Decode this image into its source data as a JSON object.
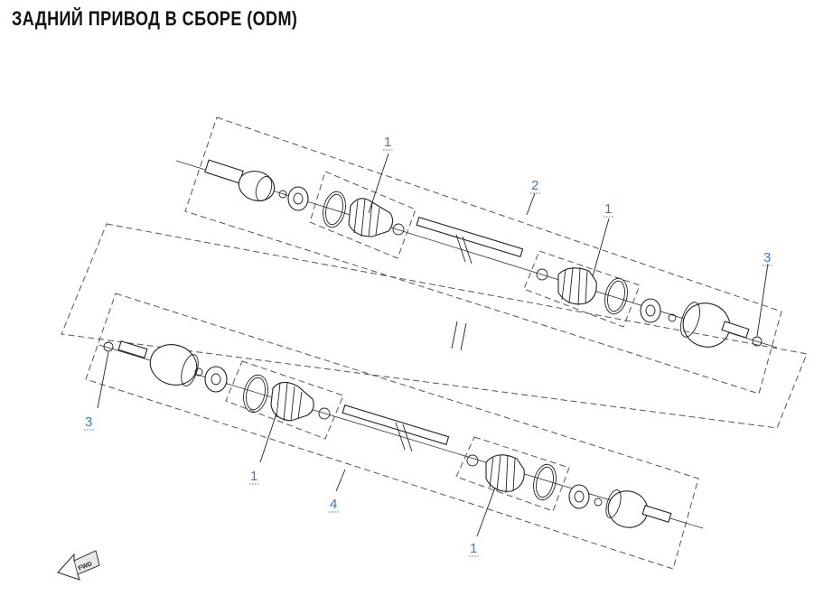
{
  "title": "ЗАДНИЙ ПРИВОД В СБОРЕ (ODM)",
  "callouts": {
    "c1a": "1",
    "c1b": "1",
    "c1c": "1",
    "c1d": "1",
    "c2": "2",
    "c3a": "3",
    "c3b": "3",
    "c4": "4"
  },
  "fwd_label": "FWD"
}
